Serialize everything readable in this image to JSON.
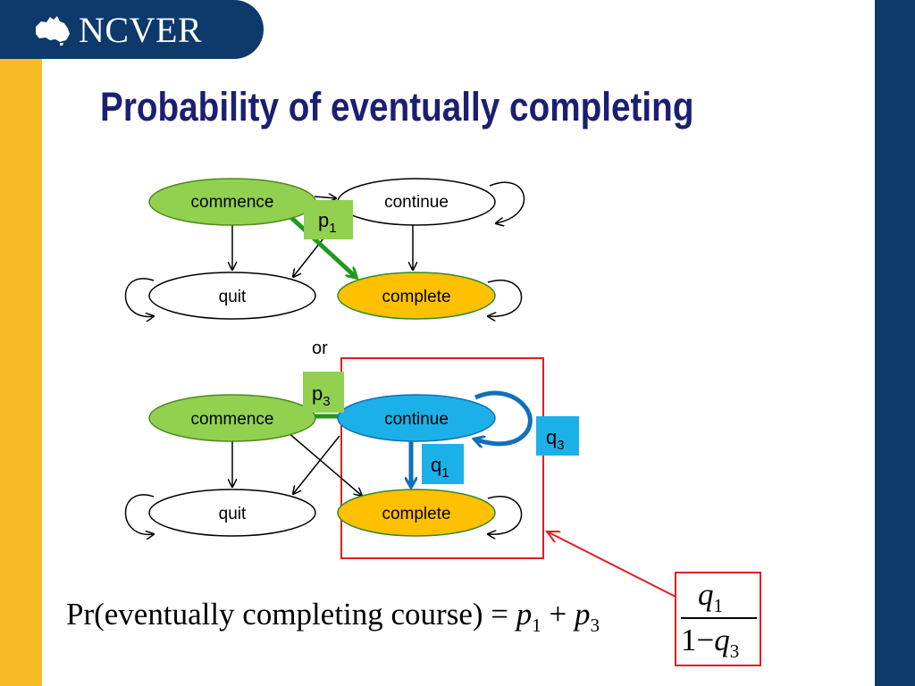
{
  "brand": {
    "logo_text": "NCVER"
  },
  "title": "Probability of eventually completing",
  "diagram_top": {
    "nodes": {
      "commence": "commence",
      "continue": "continue",
      "quit": "quit",
      "complete": "complete"
    },
    "edge_label": "p",
    "edge_label_sub": "1"
  },
  "separator": "or",
  "diagram_bottom": {
    "nodes": {
      "commence": "commence",
      "continue": "continue",
      "quit": "quit",
      "complete": "complete"
    },
    "label_p": "p",
    "label_p_sub": "3",
    "label_q1": "q",
    "label_q1_sub": "1",
    "label_q3": "q",
    "label_q3_sub": "3"
  },
  "formula": {
    "lhs": "Pr(eventually completing course) = ",
    "p": "p",
    "p1_sub": "1",
    "plus": " + ",
    "p3_sub": "3",
    "num_var": "q",
    "num_sub": "1",
    "den_one": "1",
    "den_minus": "−",
    "den_var": "q",
    "den_sub": "3"
  },
  "colors": {
    "green_fill": "#92d050",
    "orange_fill": "#ffc000",
    "blue_fill": "#1cb0e8",
    "green_arrow": "#1e9a1e",
    "blue_arrow": "#1070b8",
    "red_box": "#e11d24",
    "title": "#1b1f73"
  }
}
